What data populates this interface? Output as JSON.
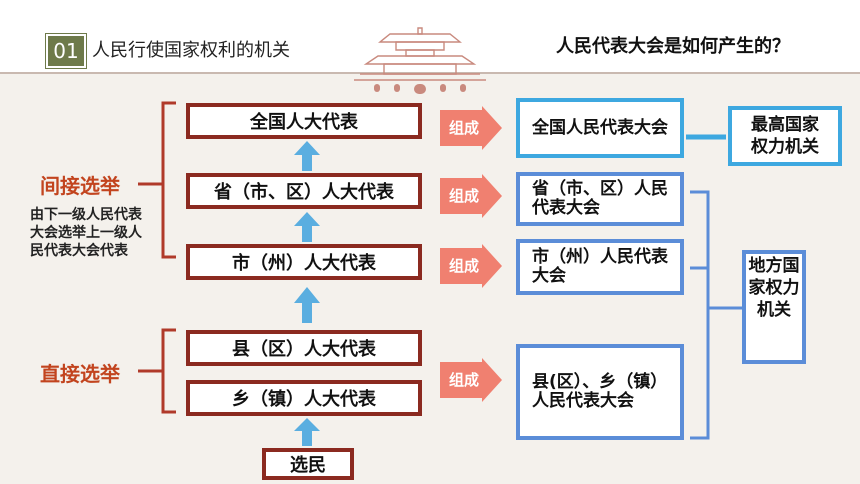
{
  "header": {
    "badge": "01",
    "title": "人民行使国家权利的机关",
    "question": "人民代表大会是如何产生的？"
  },
  "left": {
    "indirect_label": "间接选举",
    "indirect_desc": "由下一级人民代表大会选举上一级人民代表大会代表",
    "direct_label": "直接选举"
  },
  "deputies": [
    "全国人大代表",
    "省（市、区）人大代表",
    "市（州）人大代表",
    "县（区）人大代表",
    "乡（镇）人大代表"
  ],
  "voters": "选民",
  "form_label": "组成",
  "congresses": [
    "全国人民代表大会",
    "省（市、区）人民代表大会",
    "市（州）人民代表大会",
    "县(区）、乡（镇）人民代表大会"
  ],
  "right": {
    "highest": "最高国家权力机关",
    "local": "地方国家权力机关"
  },
  "colors": {
    "deputy_border": "#8b2a20",
    "congress_border": "#5b8dd8",
    "arrow": "#f08070",
    "up_arrow": "#5aaee0",
    "label_red": "#c2441e"
  }
}
